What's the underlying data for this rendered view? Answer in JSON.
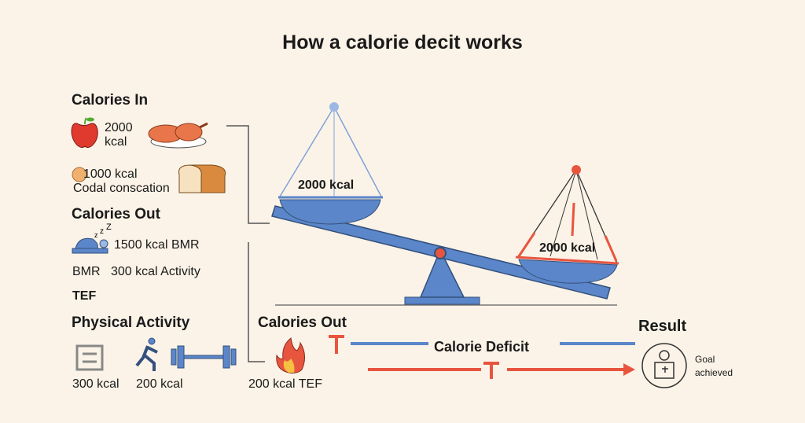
{
  "title": "How a calorie decit works",
  "calories_in": {
    "heading": "Calories In",
    "item1_value": "2000",
    "item1_unit": "kcal",
    "item2_value": "1000 kcal",
    "item2_label": "Codal consсation"
  },
  "calories_out": {
    "heading": "Calories Out",
    "bmr": "1500 kcal BMR",
    "bmr_label": "BMR",
    "activity": "300 kcal Activity",
    "tef": "TEF"
  },
  "physical_activity": {
    "heading": "Physical Activity",
    "value1": "300 kcal",
    "value2": "200 kcal"
  },
  "scale": {
    "left_pan": "2000 kcal",
    "right_pan": "2000 kcal"
  },
  "bottom": {
    "calories_out_heading": "Calories Out",
    "tef": "200 kcal TEF",
    "deficit_label": "Calorie Deficit",
    "t_symbol": "T",
    "result_heading": "Result",
    "goal_line1": "Goal",
    "goal_line2": "achieved"
  },
  "colors": {
    "blue": "#5b86c9",
    "red": "#e8553f",
    "background": "#fbf3e7"
  }
}
